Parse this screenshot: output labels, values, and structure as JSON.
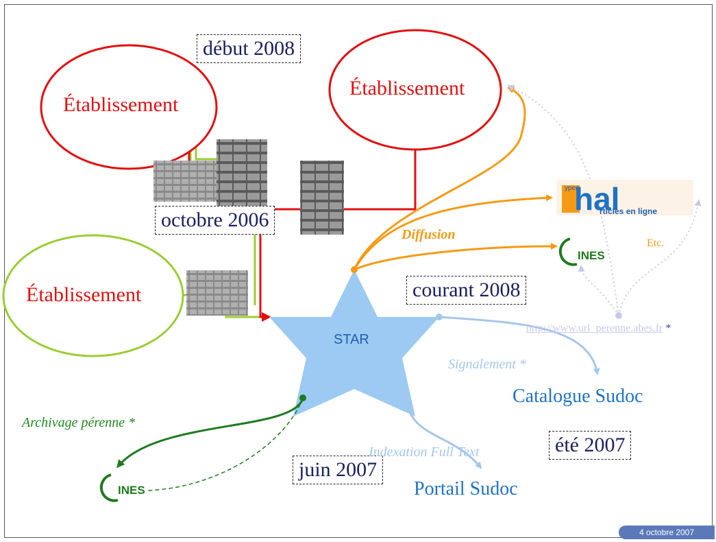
{
  "etablissements": {
    "top_left": "Établissement",
    "top_right": "Établissement",
    "bottom_left": "Établissement"
  },
  "dates": {
    "debut_2008": "début 2008",
    "octobre_2006": "octobre 2006",
    "courant_2008": "courant 2008",
    "juin_2007": "juin 2007",
    "ete_2007": "été 2007"
  },
  "center": {
    "label": "STAR"
  },
  "flows": {
    "diffusion": "Diffusion",
    "signalement": "Signalement *",
    "archivage": "Archivage pérenne *",
    "indexation": "Indexation Full Text"
  },
  "targets": {
    "catalogue": "Catalogue Sudoc",
    "portail": "Portail Sudoc",
    "etc": "Etc."
  },
  "logos": {
    "hal": {
      "letters": "hal",
      "tagline": "yper",
      "sub": "rticles en ligne"
    },
    "cines": "INES"
  },
  "url": {
    "text": "http://www.url_perenne.abes.fr",
    "asterisk": "*"
  },
  "footer": {
    "date": "4 octobre 2007"
  },
  "colors": {
    "red": "#e01010",
    "lime": "#9acd32",
    "orange": "#f59a14",
    "star_blue": "#9ccaf2",
    "light_blue": "#a6c6ec",
    "green": "#1f8a1f",
    "lavender": "#c7c9ea",
    "footer": "#5b79b9"
  }
}
